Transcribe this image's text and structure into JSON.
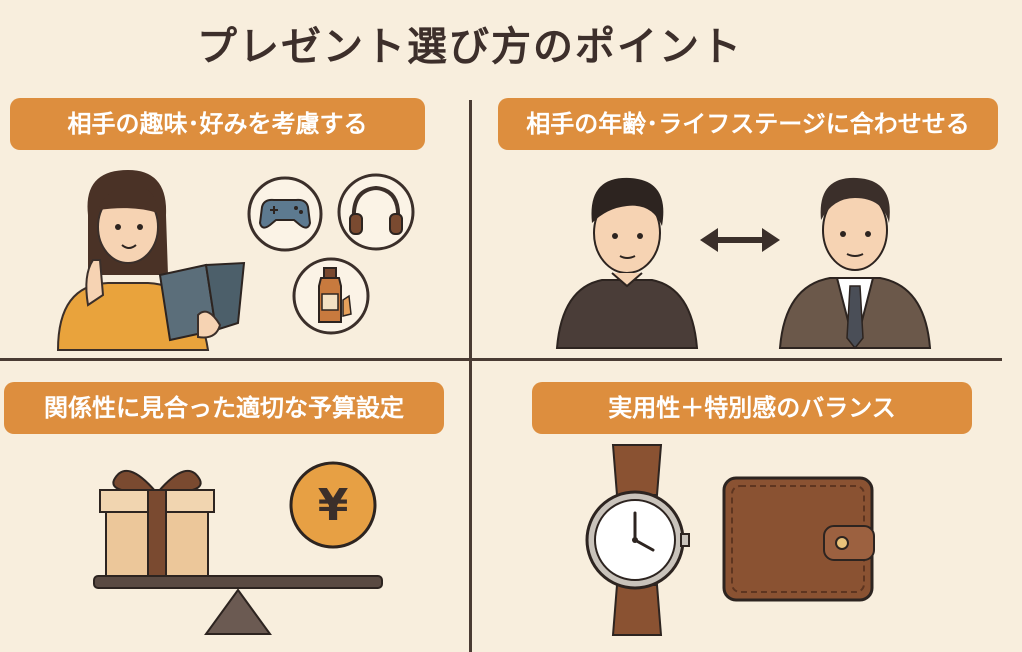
{
  "title": "プレゼント選び方のポイント",
  "sections": [
    {
      "heading": "相手の趣味･好みを考慮する",
      "icons": [
        "woman-reading-book",
        "game-controller-icon",
        "headphones-icon",
        "bottle-icon"
      ]
    },
    {
      "heading": "相手の年齢･ライフステージに合わせせる",
      "icons": [
        "young-man",
        "double-arrow-icon",
        "older-man-in-suit"
      ]
    },
    {
      "heading": "関係性に見合った適切な予算設定",
      "icons": [
        "gift-box-icon",
        "yen-coin-icon",
        "balance-scale"
      ],
      "coin_symbol": "¥"
    },
    {
      "heading": "実用性＋特別感のバランス",
      "icons": [
        "wristwatch-icon",
        "wallet-icon"
      ]
    }
  ],
  "colors": {
    "background": "#f8eedd",
    "accent": "#dd8e3e",
    "brown": "#7a4a30",
    "dark": "#3d2f2b"
  }
}
